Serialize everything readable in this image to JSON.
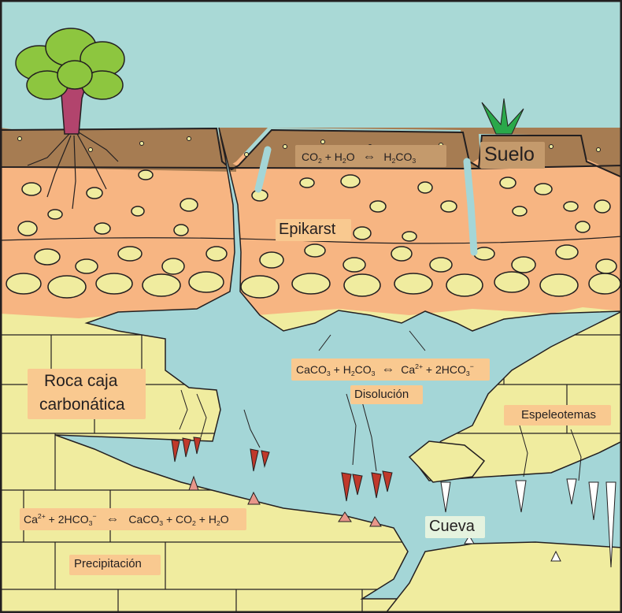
{
  "labels": {
    "suelo": "Suelo",
    "epikarst": "Epikarst",
    "roca_line1": "Roca caja",
    "roca_line2": "carbonática",
    "disolucion": "Disolución",
    "espeleotemas": "Espeleotemas",
    "cueva": "Cueva",
    "precipitacion": "Precipitación"
  },
  "equations": {
    "soil": {
      "a": "CO",
      "a_sub": "2",
      "plus1": " + H",
      "b_sub": "2",
      "b_tail": "O",
      "arrow": "⇔",
      "c": "H",
      "c_sub": "2",
      "c_mid": "CO",
      "c_sub2": "3"
    },
    "dissolution": {
      "a": "CaCO",
      "a_sub": "3",
      "plus1": " + H",
      "b_sub": "2",
      "b_mid": "CO",
      "b_sub2": "3",
      "arrow": "⇔",
      "c": "Ca",
      "c_sup": "2+",
      "plus2": " + 2HCO",
      "d_sub": "3",
      "d_sup": "−"
    },
    "precipitation": {
      "a": "Ca",
      "a_sup": "2+",
      "plus1": " + 2HCO",
      "b_sub": "3",
      "b_sup": "−",
      "arrow": "⇔",
      "c": "CaCO",
      "c_sub": "3",
      "plus2": " + CO",
      "d_sub": "2",
      "plus3": " + H",
      "e_sub": "2",
      "e_tail": "O"
    }
  },
  "colors": {
    "sky": "#a9d9d6",
    "soil": "#a67c52",
    "epikarst": "#f7b582",
    "rock": "#f0ec9f",
    "water": "#a4d6d7",
    "label_box": "#f9c990",
    "cave_label_box": "#e5f3df",
    "stalactite": "#c0392b",
    "stalagmite": "#e8968a"
  }
}
